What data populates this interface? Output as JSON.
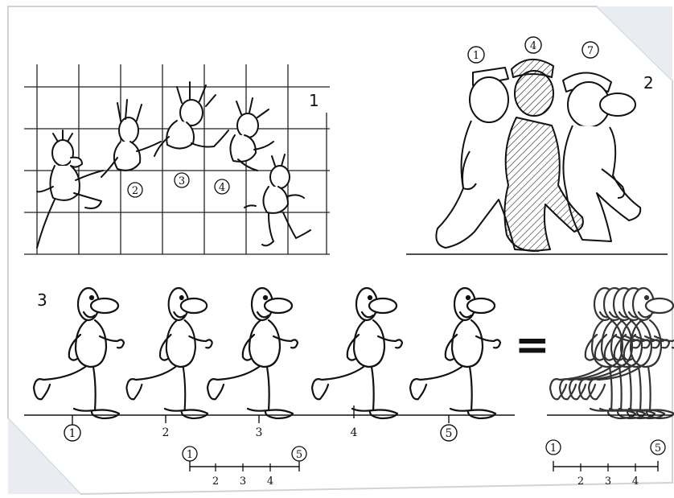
{
  "panels": {
    "p1": {
      "number": "1",
      "frame_labels": [
        "2",
        "3",
        "4"
      ]
    },
    "p2": {
      "number": "2",
      "frame_labels": [
        "1",
        "4",
        "7"
      ]
    },
    "p3": {
      "number": "3",
      "poses": [
        "1",
        "2",
        "3",
        "4",
        "5"
      ],
      "equals": "=",
      "timing_left": {
        "start": "1",
        "end": "5",
        "ticks": [
          "2",
          "3",
          "4"
        ]
      },
      "timing_right": {
        "start": "1",
        "end": "5",
        "ticks": [
          "2",
          "3",
          "4"
        ]
      }
    }
  }
}
